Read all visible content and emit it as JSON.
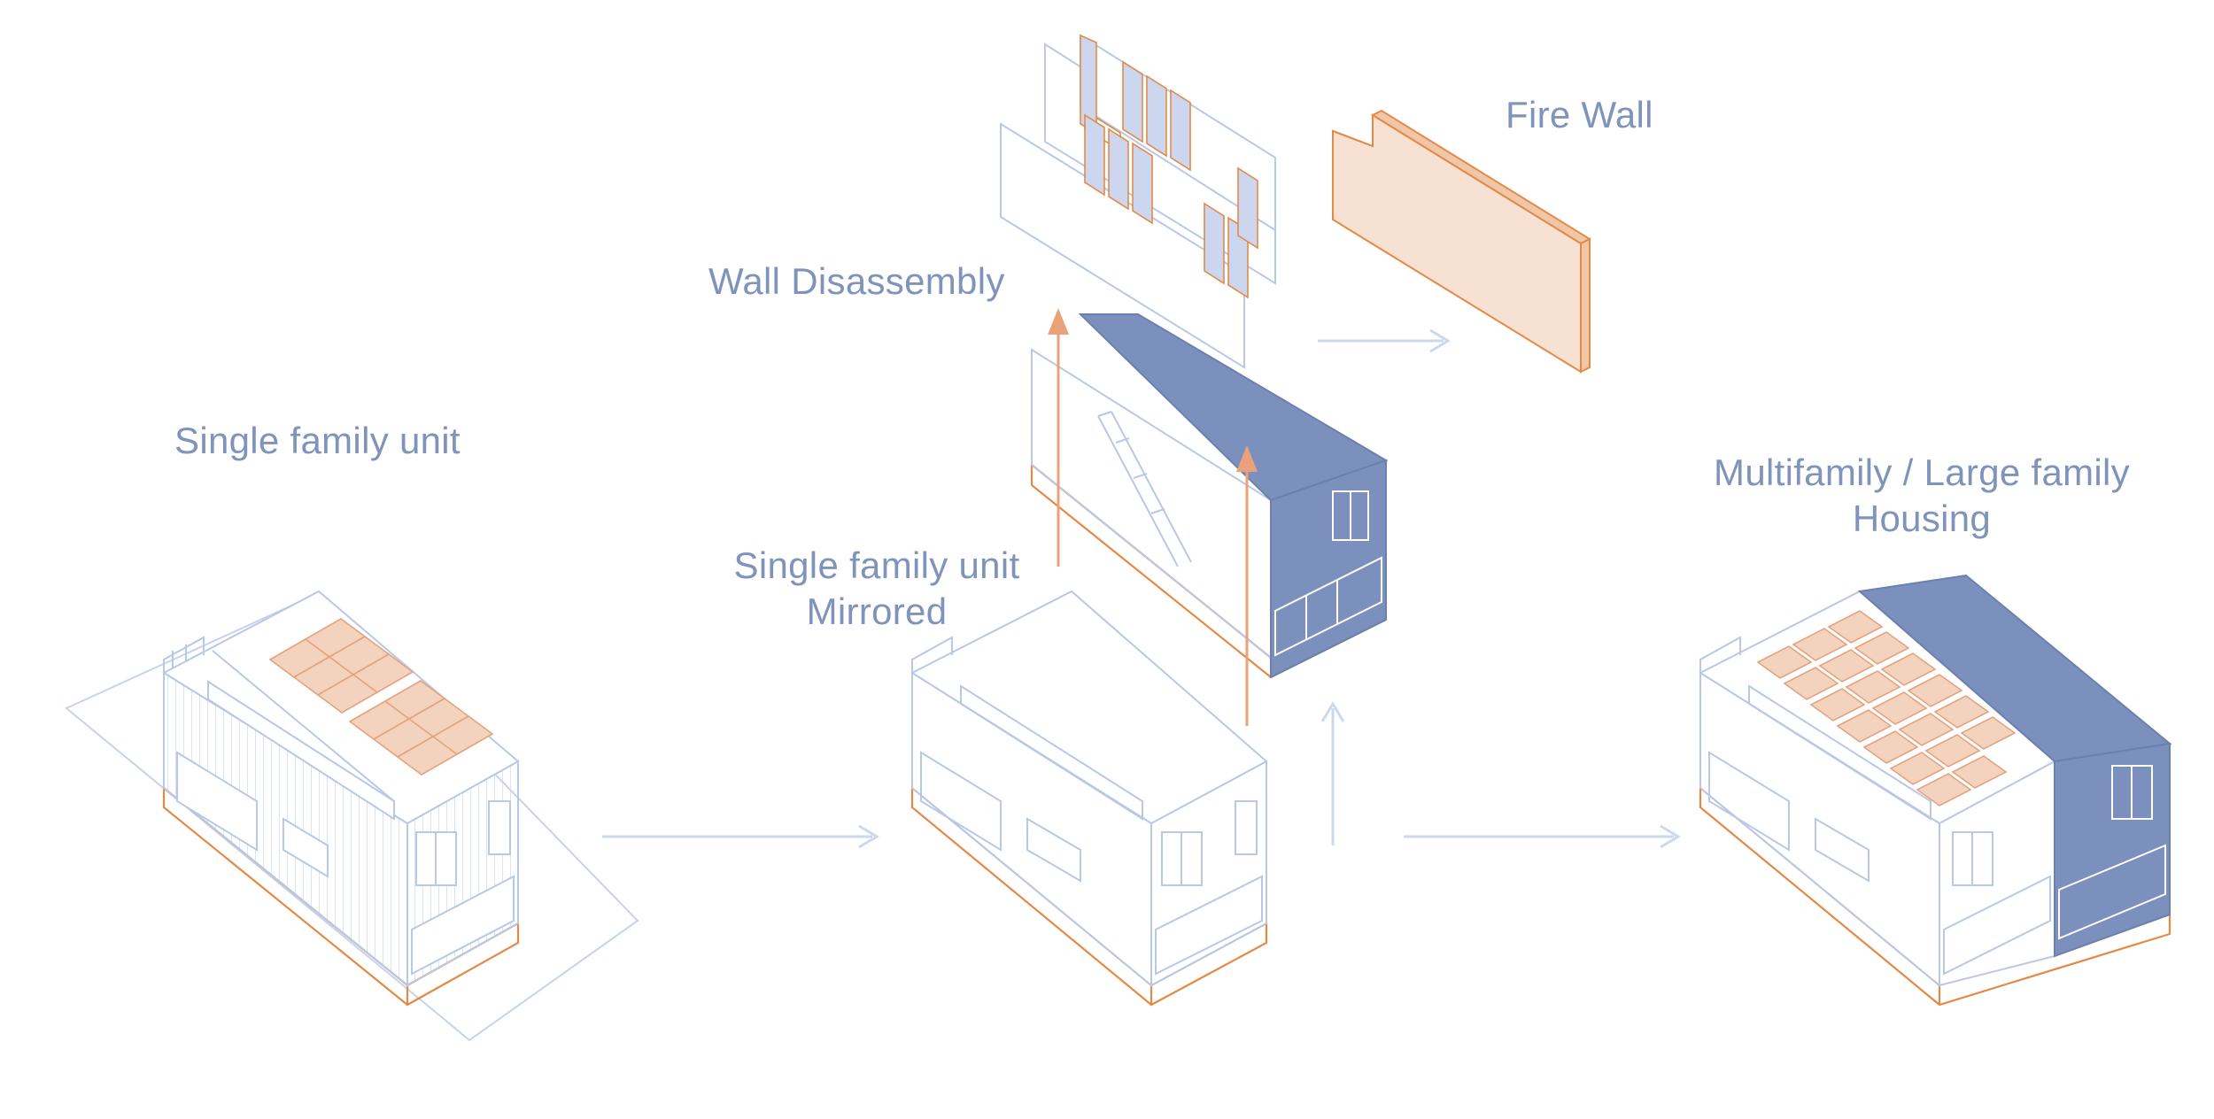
{
  "labels": {
    "single_family": "Single family unit",
    "mirrored_line1": "Single family unit",
    "mirrored_line2": "Mirrored",
    "wall_disassembly": "Wall Disassembly",
    "fire_wall": "Fire Wall",
    "multifamily_line1": "Multifamily / Large family",
    "multifamily_line2": "Housing"
  },
  "colors": {
    "line_blue": "#b9c8e6",
    "arrow_blue": "#ccd8ee",
    "dark_blue": "#7b90bd",
    "orange_line": "#e38a47",
    "orange_fill": "#f7e1d2",
    "solar_fill": "#f3d3bd",
    "text": "#7f93bb"
  },
  "icons": {
    "flow_arrows": "arrow-right-icon",
    "lift_arrows": "arrow-up-icon"
  }
}
